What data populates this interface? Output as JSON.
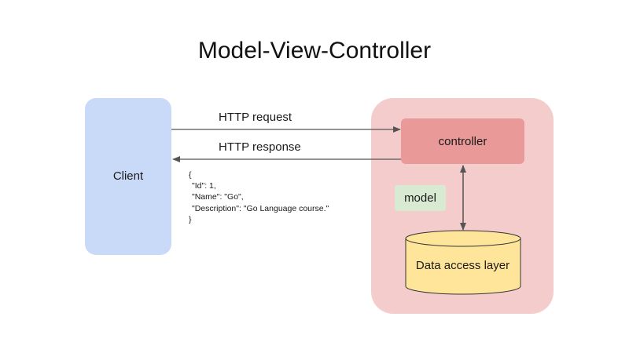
{
  "diagram": {
    "title": "Model-View-Controller",
    "client_label": "Client",
    "controller_label": "controller",
    "model_label": "model",
    "data_layer_label": "Data access layer",
    "request_label": "HTTP request",
    "response_label": "HTTP response",
    "json_lines": [
      "{",
      "\"Id\": 1,",
      "\"Name\": \"Go\",",
      "\"Description\": \"Go Language course.\"",
      "}"
    ],
    "colors": {
      "client_fill": "#c9daf8",
      "server_fill": "#f4cccc",
      "controller_fill": "#ea9999",
      "model_fill": "#d9ead3",
      "database_fill": "#ffe599",
      "arrow": "#555555"
    }
  }
}
